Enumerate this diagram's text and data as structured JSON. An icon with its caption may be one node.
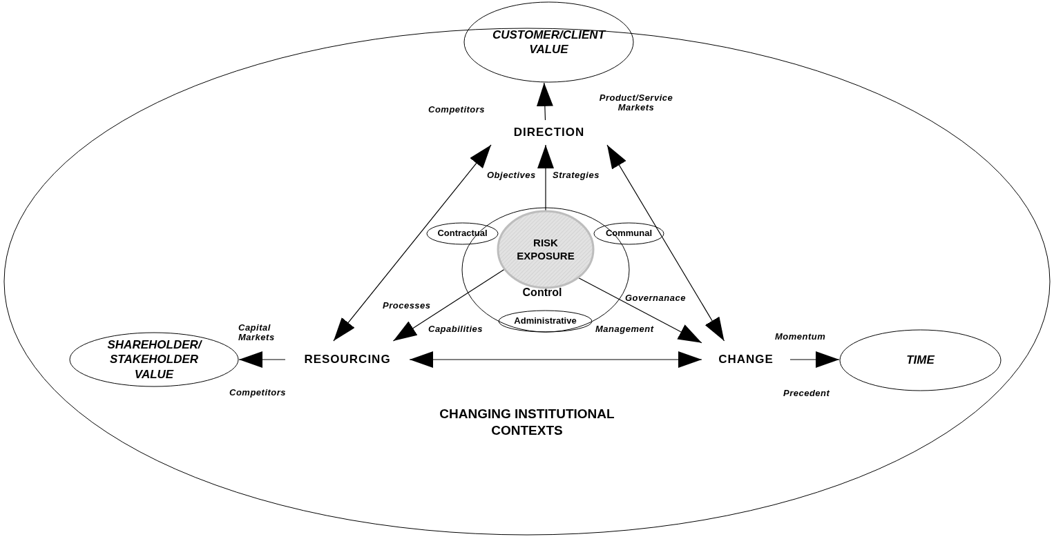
{
  "diagram": {
    "nodes": [
      {
        "text": [
          "CHANGING INSTITUTIONAL CONTEXTS"
        ]
      },
      {
        "text": [
          "CUSTOMER/CLIENT VALUE"
        ]
      },
      {
        "text": [
          "DIRECTION"
        ],
        "in": 0
      },
      {
        "text": [
          "Control"
        ],
        "in": 0
      },
      {
        "text": [
          "Contractual"
        ],
        "in": 0
      },
      {
        "text": [
          "RISK EXPOSURE"
        ],
        "in": 3
      },
      {
        "text": [
          "Communal"
        ],
        "in": 0
      },
      {
        "text": [
          "Administrative"
        ],
        "in": 3
      },
      {
        "text": [
          "SHAREHOLDER/ STAKEHOLDER VALUE"
        ],
        "in": 0
      },
      {
        "text": [
          "RESOURCING"
        ],
        "in": 0
      },
      {
        "text": [
          "CHANGE"
        ],
        "in": 0
      },
      {
        "text": [
          "TIME"
        ],
        "in": 0
      }
    ],
    "edges": [
      {
        "from": 2,
        "to": 1,
        "arrow": "to"
      },
      {
        "from": 5,
        "to": 2,
        "arrow": "to"
      },
      {
        "from": 9,
        "to": 2,
        "arrow": "both"
      },
      {
        "from": 10,
        "to": 2,
        "arrow": "both"
      },
      {
        "from": 5,
        "to": 9,
        "arrow": "to"
      },
      {
        "from": 5,
        "to": 10,
        "arrow": "to"
      },
      {
        "from": 9,
        "to": 10,
        "arrow": "both"
      },
      {
        "from": 9,
        "to": 8,
        "arrow": "to"
      },
      {
        "from": 10,
        "to": 11,
        "arrow": "to"
      }
    ],
    "labels": [
      "Competitors",
      "Product/Service Markets",
      "Objectives",
      "Strategies",
      "Processes",
      "Governanace",
      "Capital Markets",
      "Capabilities",
      "Management",
      "Momentum",
      "Competitors",
      "Precedent"
    ]
  }
}
